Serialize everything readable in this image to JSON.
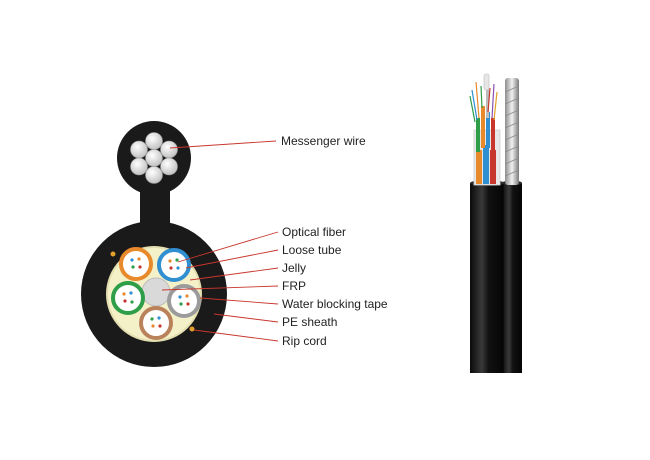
{
  "labels": {
    "messenger_wire": "Messenger wire",
    "optical_fiber": "Optical fiber",
    "loose_tube": "Loose tube",
    "jelly": "Jelly",
    "frp": "FRP",
    "water_blocking_tape": "Water blocking tape",
    "pe_sheath": "PE sheath",
    "rip_cord": "Rip cord"
  },
  "colors": {
    "sheath": "#1a1a1a",
    "leader_line": "#c8372d",
    "jelly_fill": "#f4f1c9",
    "frp": "#d9d9d9",
    "tube_orange": "#e8892b",
    "tube_blue": "#2f8fd1",
    "tube_green": "#2e9e48",
    "tube_grey": "#9b9b9b",
    "tube_brown": "#b9825a",
    "rip_cord": "#e0a12e"
  }
}
